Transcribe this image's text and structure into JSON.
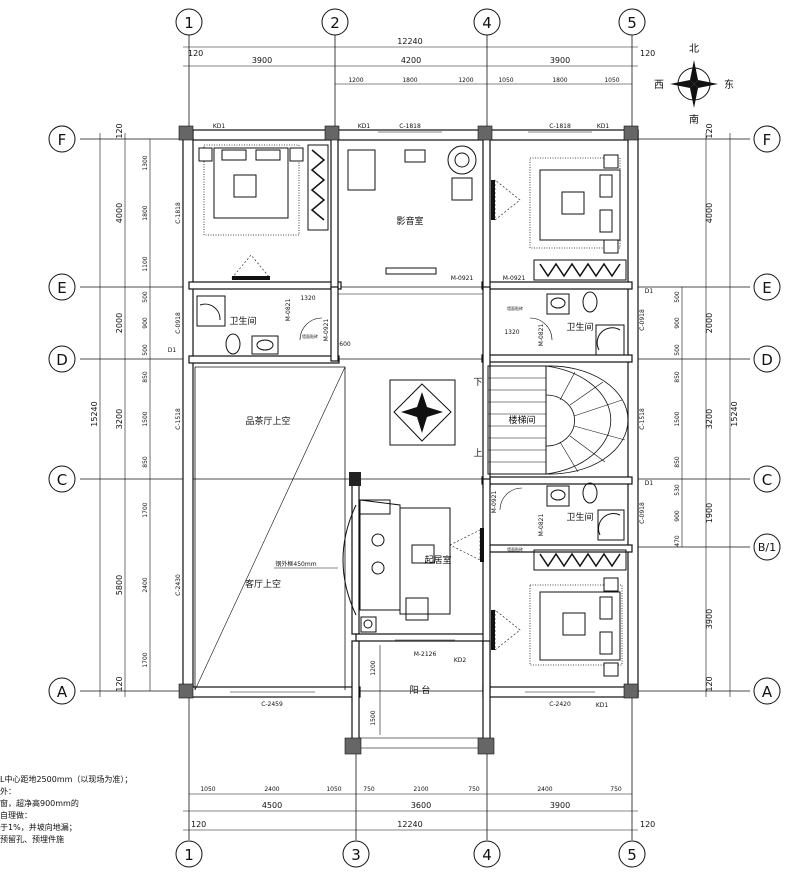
{
  "compass": {
    "north": "北",
    "south": "南",
    "east": "东",
    "west": "西"
  },
  "grid_top": [
    "1",
    "2",
    "4",
    "5"
  ],
  "grid_bottom": [
    "1",
    "3",
    "4",
    "5"
  ],
  "grid_rows": [
    "F",
    "E",
    "D",
    "C",
    "A"
  ],
  "grid_b1": "B/1",
  "dims_top": {
    "total": "12240",
    "offset": "120",
    "spans": [
      "3900",
      "4200",
      "3900"
    ],
    "sub": [
      "1200",
      "1800",
      "1200",
      "1050",
      "1800",
      "1050"
    ]
  },
  "dims_bottom": {
    "total": "12240",
    "offset": "120",
    "spans": [
      "4500",
      "3600",
      "3900"
    ],
    "sub": [
      "1050",
      "2400",
      "1050",
      "750",
      "2100",
      "750",
      "2400",
      "750"
    ]
  },
  "dims_left": {
    "total": "15240",
    "spans": [
      "4000",
      "2000",
      "3200",
      "5800"
    ],
    "offset": "120",
    "sub": [
      "1300",
      "1800",
      "1100",
      "500",
      "900",
      "500",
      "850",
      "1500",
      "850",
      "1700",
      "2400",
      "1700"
    ]
  },
  "dims_right": {
    "total": "15240",
    "spans": [
      "4000",
      "2000",
      "3200",
      "1900",
      "3900"
    ],
    "offset": "120",
    "sub": [
      "500",
      "900",
      "500",
      "850",
      "1500",
      "850",
      "530",
      "900",
      "470"
    ]
  },
  "rooms": {
    "theater": "影音室",
    "bath_left": "卫生间",
    "bath_right_top": "卫生间",
    "bath_right_mid": "卫生间",
    "dining_void": "品茶厅上空",
    "stair": "楼梯间",
    "study": "起居室",
    "living_void": "客厅上空",
    "balcony": "阳 台"
  },
  "windows": {
    "c1818a": "C-1818",
    "c1818b": "C-1818",
    "c1818_left": "C-1818",
    "c0918_left": "C-0918",
    "c1518_left": "C-1518",
    "c2430": "C-2430",
    "c2459": "C-2459",
    "c2420": "C-2420",
    "c0918_rt": "C-0918",
    "c1518_right": "C-1518",
    "c0918_rm": "C-0918"
  },
  "doors": {
    "m0921a": "M-0921",
    "m0921b": "M-0921",
    "m0921c": "M-0921",
    "m0821a": "M-0821",
    "m0821b": "M-0821",
    "m0821c": "M-0821",
    "m0921d": "M-0921",
    "m2126": "M-2126"
  },
  "marks": {
    "kd1a": "KD1",
    "kd1b": "KD1",
    "kd1c": "KD1",
    "kd1d": "KD1",
    "kd2": "KD2",
    "d1a": "D1",
    "d1b": "D1",
    "d1c": "D1",
    "stair_down": "下",
    "stair_up": "上",
    "glass_wall": "钢外框450mm",
    "d1320a": "1320",
    "d1320b": "1320",
    "d600": "600",
    "d1200": "1200",
    "d1500": "1500",
    "hint_a": "墙面贴砖",
    "hint_b": "墙面贴砖",
    "hint_c": "墙面贴砖"
  },
  "notes": [
    "L中心距地2500mm（以现场为准）；",
    "外：",
    "窗，超净高900mm的",
    "自理做：",
    "于1%，并坡向地漏；",
    "预留孔、预埋件施"
  ]
}
